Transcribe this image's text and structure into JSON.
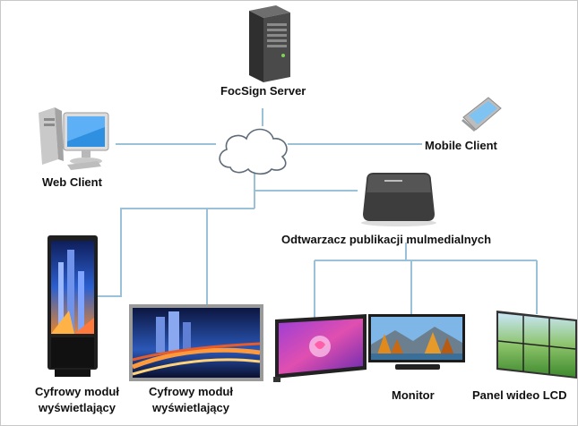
{
  "diagram": {
    "server": {
      "label": "FocSign Server"
    },
    "web_client": {
      "label": "Web Client"
    },
    "mobile_client": {
      "label": "Mobile Client"
    },
    "media_player": {
      "label": "Odtwarzacz publikacji mulmedialnych"
    },
    "kiosk": {
      "label_line1": "Cyfrowy moduł",
      "label_line2": "wyświetlający"
    },
    "tv_display": {
      "label_line1": "Cyfrowy moduł",
      "label_line2": "wyświetlający"
    },
    "monitor": {
      "label": "Monitor"
    },
    "video_wall": {
      "label": "Panel wideo LCD"
    }
  },
  "colors": {
    "connector": "#9bc1d9",
    "cloud_outline": "#5f6b78",
    "label": "#111111"
  }
}
